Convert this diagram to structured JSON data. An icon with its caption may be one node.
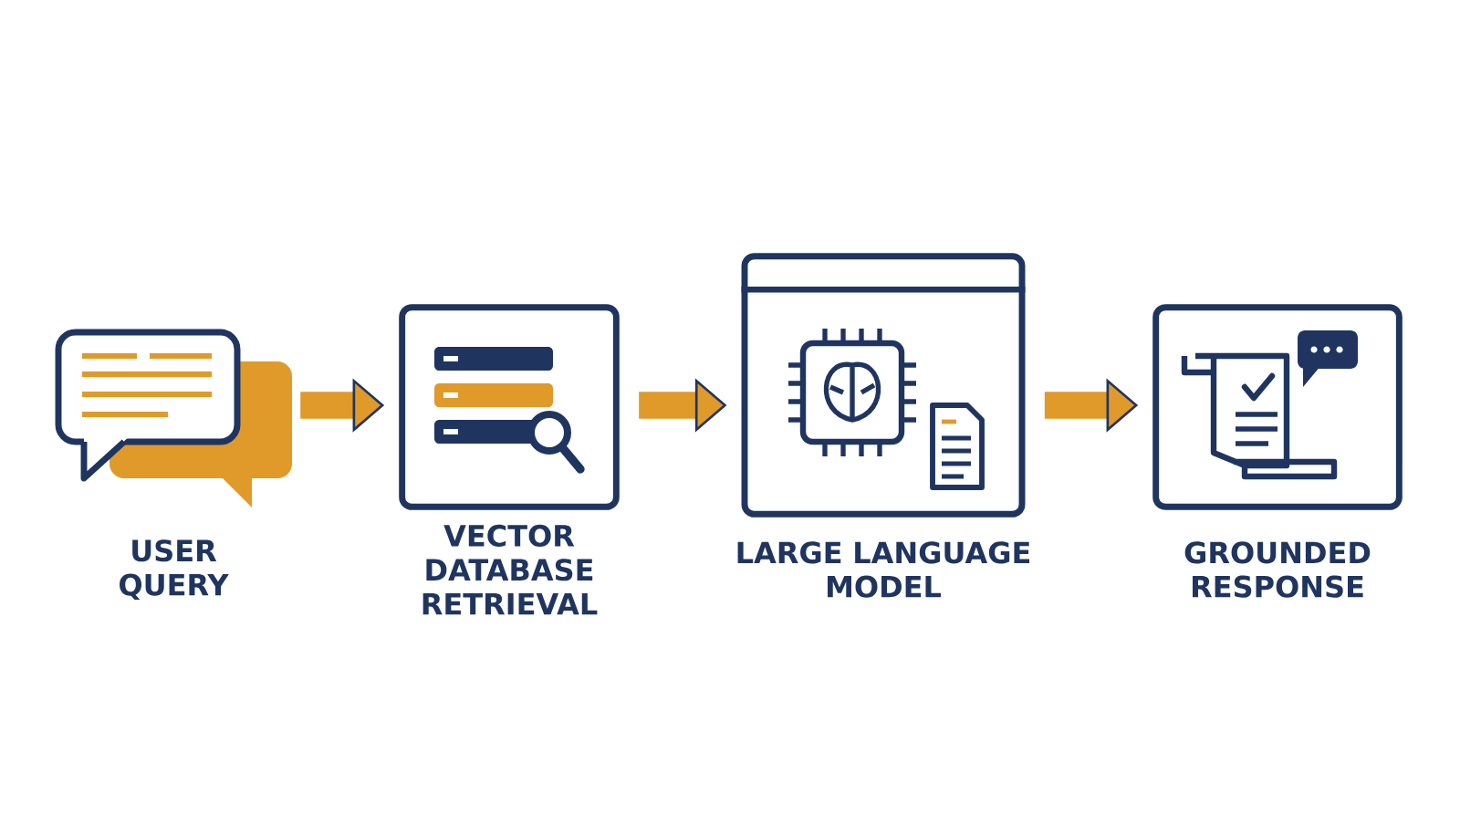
{
  "diagram": {
    "nodes": [
      {
        "text": [
          "USER QUERY"
        ]
      },
      {
        "text": [
          "VECTOR DATABASE RETRIEVAL"
        ]
      },
      {
        "text": [
          "LARGE LANGUAGE MODEL"
        ]
      },
      {
        "text": [
          "GROUNDED RESPONSE"
        ]
      }
    ],
    "edges": [
      {
        "from": 0,
        "to": 1,
        "arrow": "to"
      },
      {
        "from": 1,
        "to": 2,
        "arrow": "to"
      },
      {
        "from": 2,
        "to": 3,
        "arrow": "to"
      }
    ]
  }
}
